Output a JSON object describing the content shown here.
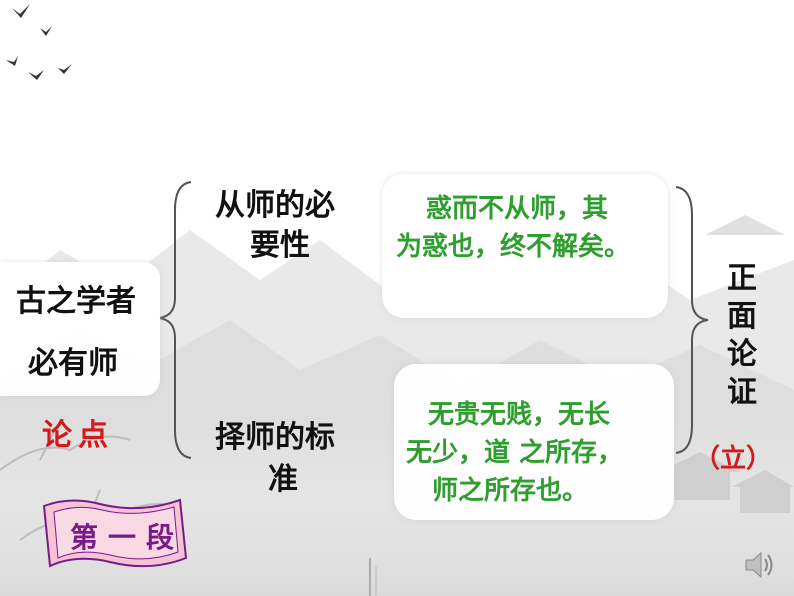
{
  "thesis": {
    "line1": "古之学者",
    "line2": "必有师",
    "label": "论点"
  },
  "section": {
    "label": "第一段"
  },
  "branches": [
    {
      "title_line1": "从师的必",
      "title_line2": "要性",
      "quote_line1": "惑而不从师，其",
      "quote_line2": "为惑也，终不解矣。"
    },
    {
      "title_line1": "择师的标",
      "title_line2": "准",
      "quote_line1": "无贵无贱，无长",
      "quote_line2": "无少，道 之所存，",
      "quote_line3": "师之所存也。"
    }
  ],
  "argument": {
    "chars": [
      "正",
      "面",
      "论",
      "证"
    ],
    "tag": "（立）"
  },
  "icons": [
    "bird-icon",
    "speaker-icon"
  ],
  "colors": {
    "quote": "#2e9e2e",
    "thesis_label": "#d21a1a",
    "section_label": "#7a1a8a"
  }
}
